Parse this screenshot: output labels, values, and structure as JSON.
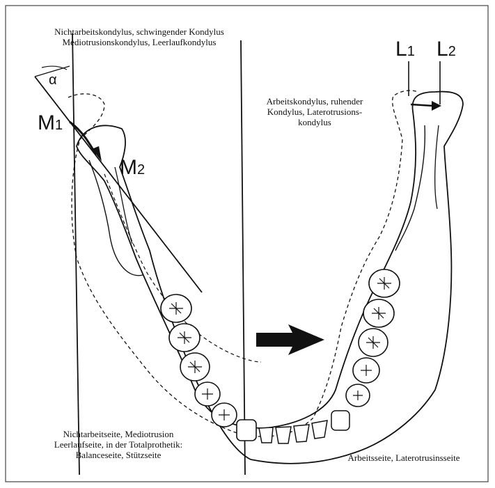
{
  "labels": {
    "top_left_1": "Nichtarbeitskondylus, schwingender Kondylus",
    "top_left_2": "Mediotrusionskondylus, Leerlaufkondylus",
    "top_right_1": "Arbeitskondylus, ruhender",
    "top_right_2": "Kondylus, Laterotrusions-",
    "top_right_3": "kondylus",
    "bottom_left_1": "Nichtarbeitseite, Mediotrusion",
    "bottom_left_2": "Leerlaufseite, in der Totalprothetik:",
    "bottom_left_3": "Balanceseite, Stützseite",
    "bottom_right": "Arbeitsseite, Laterotrusinsseite"
  },
  "symbols": {
    "alpha": "α",
    "m1": "M",
    "m1_sub": "1",
    "m2": "M",
    "m2_sub": "2",
    "l1": "L",
    "l1_sub": "1",
    "l2": "L",
    "l2_sub": "2"
  }
}
